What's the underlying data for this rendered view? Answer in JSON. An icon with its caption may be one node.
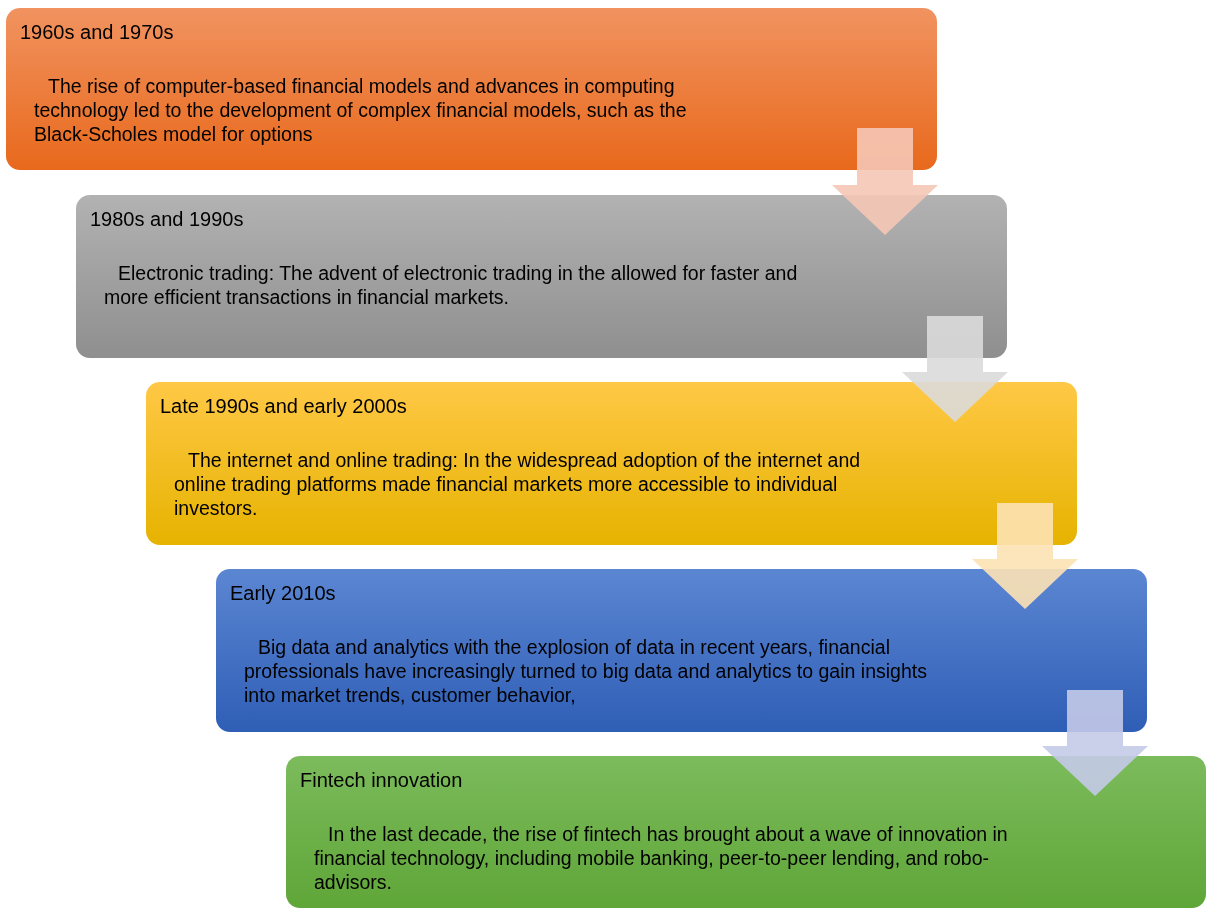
{
  "diagram": {
    "nodes": [
      {
        "text": [
          "1960s and 1970s",
          "The rise of computer-based financial models and advances in computing technology led to the development of complex financial models, such as the Black-Scholes model for options"
        ]
      },
      {
        "text": [
          "1980s and 1990s",
          "Electronic trading: The advent of electronic trading in the allowed for faster and more efficient transactions in financial markets."
        ]
      },
      {
        "text": [
          "Late 1990s and early 2000s",
          "The internet and online trading: In the widespread adoption of the internet and online trading platforms made financial markets more accessible to individual investors."
        ]
      },
      {
        "text": [
          "Early 2010s",
          "Big data and analytics with the explosion of data in recent years, financial professionals have increasingly turned to big data and analytics to gain insights into market trends, customer behavior,"
        ]
      },
      {
        "text": [
          "Fintech innovation",
          "In the last decade, the rise of fintech has brought about a wave of innovation in financial technology, including mobile banking, peer-to-peer lending, and robo-advisors."
        ]
      }
    ],
    "edges": [
      {
        "from": 0,
        "to": 1,
        "arrow": "to"
      },
      {
        "from": 1,
        "to": 2,
        "arrow": "to"
      },
      {
        "from": 2,
        "to": 3,
        "arrow": "to"
      },
      {
        "from": 3,
        "to": 4,
        "arrow": "to"
      }
    ]
  }
}
